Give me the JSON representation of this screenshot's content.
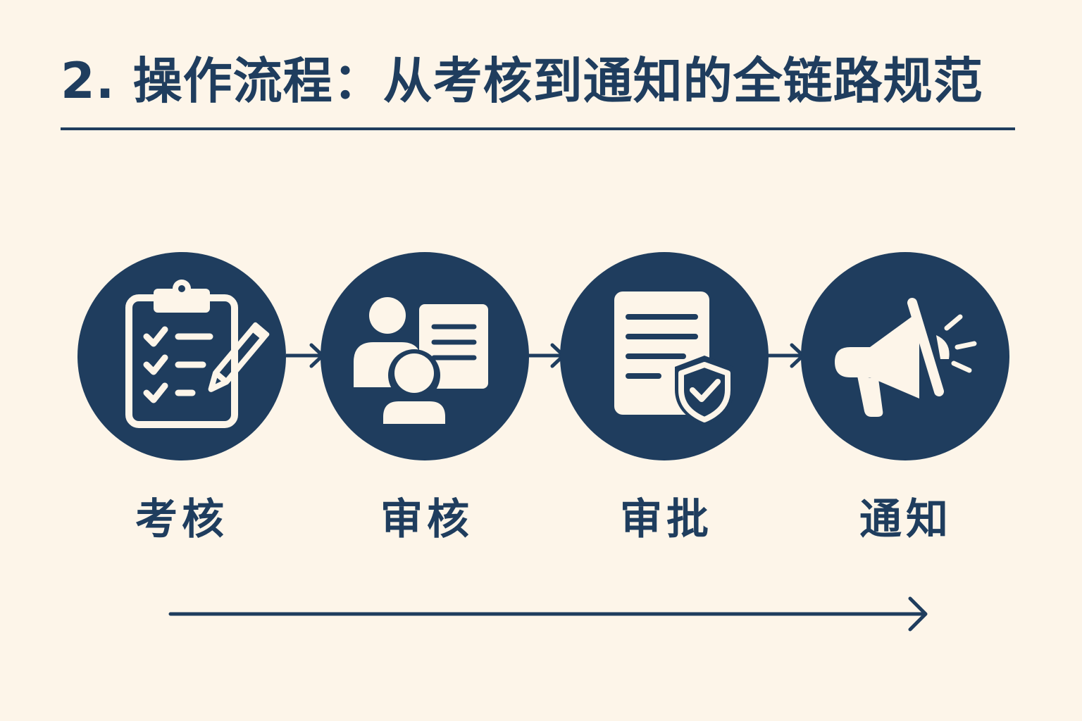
{
  "title": "2. 操作流程：从考核到通知的全链路规范",
  "colors": {
    "background": "#fdf5e9",
    "primary": "#1f3d5e",
    "icon_fill": "#fdf5e9"
  },
  "steps": [
    {
      "label": "考核",
      "icon": "clipboard-checklist-pencil-icon"
    },
    {
      "label": "审核",
      "icon": "reviewers-document-icon"
    },
    {
      "label": "审批",
      "icon": "document-shield-check-icon"
    },
    {
      "label": "通知",
      "icon": "megaphone-icon"
    }
  ]
}
